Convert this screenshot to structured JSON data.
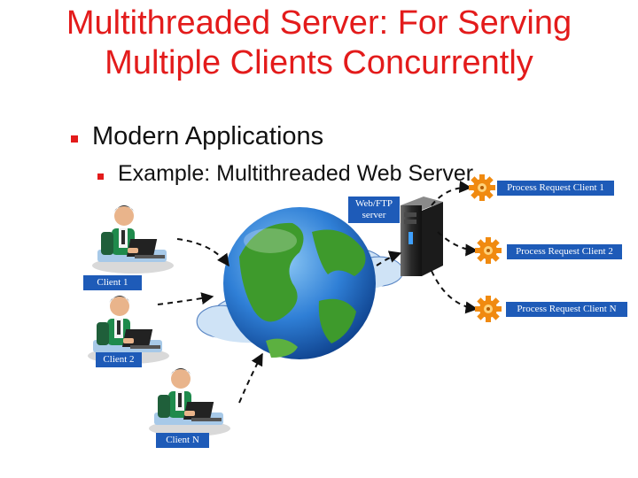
{
  "title": {
    "line1": "Multithreaded Server: For Serving",
    "line2": "Multiple Clients Concurrently"
  },
  "bullets": {
    "level1": "Modern Applications",
    "level2": "Example: Multithreaded Web Server"
  },
  "diagram": {
    "server_label_line1": "Web/FTP",
    "server_label_line2": "server",
    "requests": [
      "Process Request Client 1",
      "Process Request Client 2",
      "Process Request Client N"
    ],
    "clients": [
      "Client 1",
      "Client 2",
      "Client N"
    ]
  },
  "colors": {
    "title": "#e31b1b",
    "label_bg": "#1e5bb8",
    "globe_ocean": "#2f7fd6",
    "globe_land": "#3e9a2c",
    "cloud": "#cfe3f6",
    "gear": "#f08a10"
  },
  "icons": [
    "bullet-square-icon",
    "globe-icon",
    "server-tower-icon",
    "cloud-icon",
    "gear-icon",
    "person-at-laptop-icon"
  ]
}
